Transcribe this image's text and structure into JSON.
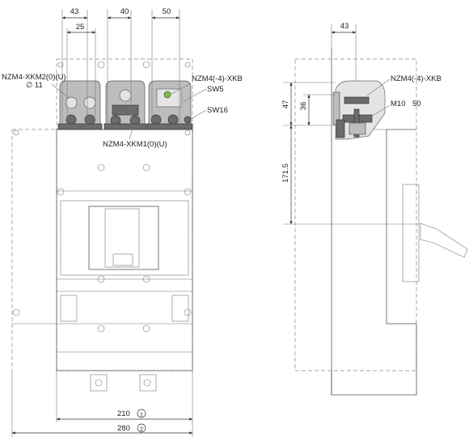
{
  "front_view": {
    "dim_top": [
      "43",
      "25",
      "40",
      "50"
    ],
    "dim_bottom": [
      "210",
      "280"
    ],
    "dim_bottom_markers": [
      "1",
      "2"
    ],
    "callouts": {
      "xkm2": "NZM4-XKM2(0)(U)",
      "dia": "∅ 11",
      "xkb": "NZM4(-4)-XKB",
      "sw5": "SW5",
      "sw16": "SW16",
      "xkm1": "NZM4-XKM1(0)(U)"
    }
  },
  "side_view": {
    "dim_top": "43",
    "dim_vertical": [
      "47",
      "36",
      "171.5"
    ],
    "callouts": {
      "xkb": "NZM4(-4)-XKB",
      "m10": "M10",
      "fifty": "50"
    }
  },
  "colors": {
    "line": "#555555",
    "terminal_fill": "#bdbdbd",
    "terminal_dark": "#6b6b6b"
  }
}
